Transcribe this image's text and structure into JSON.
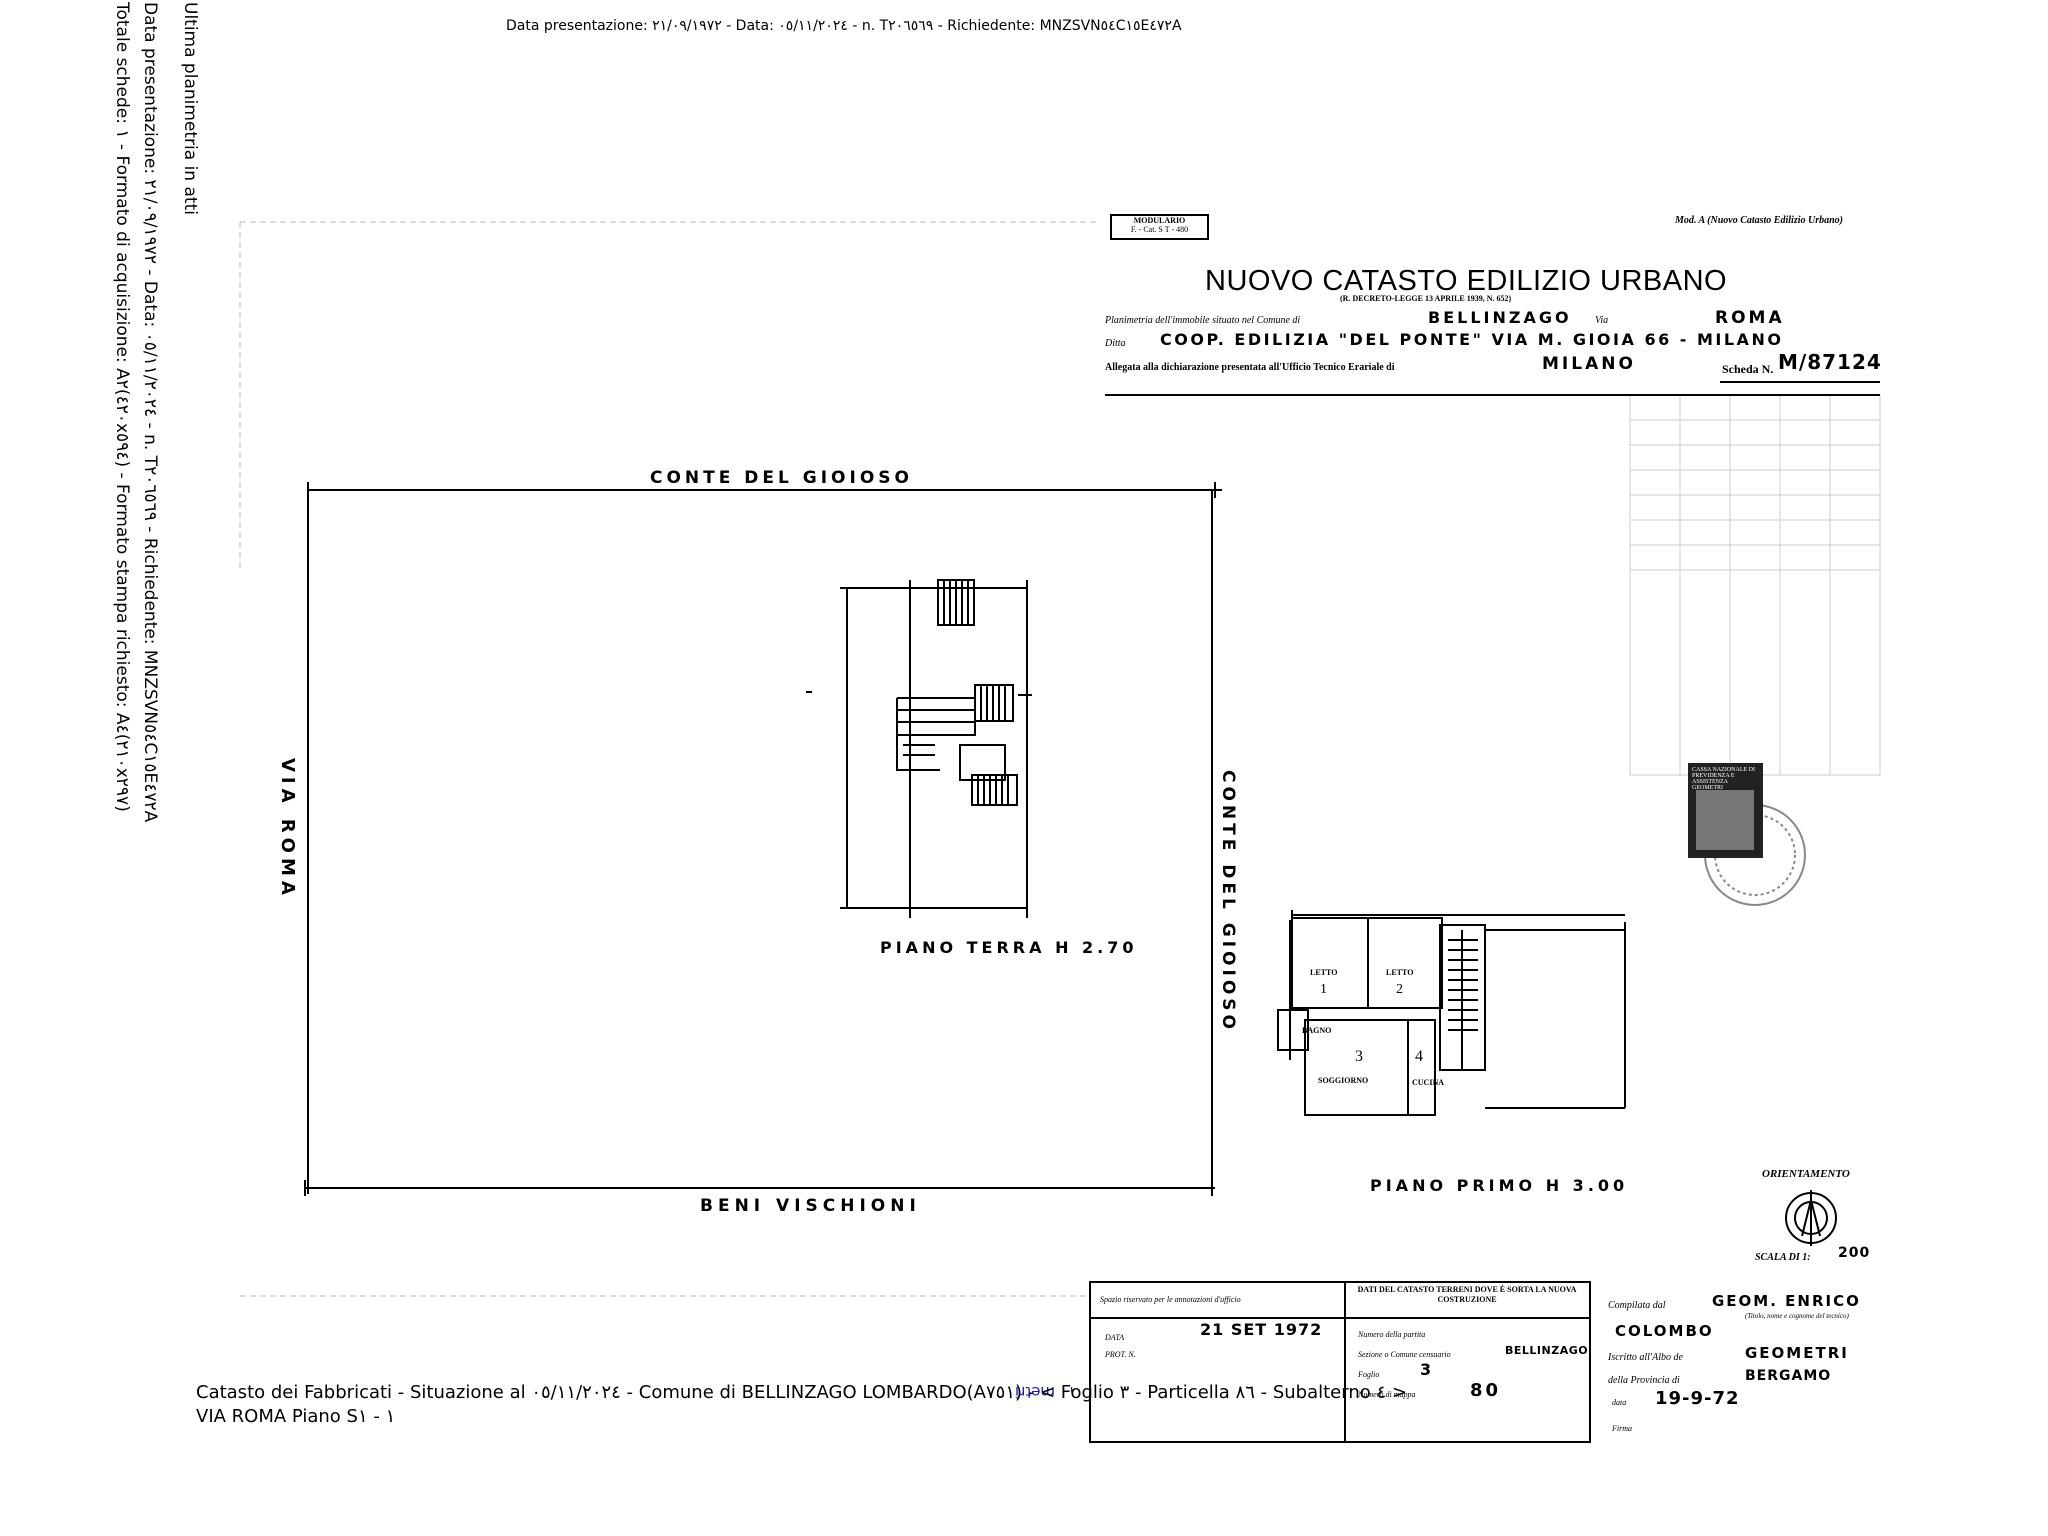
{
  "header": {
    "top_line": "Data presentazione: ٢١/٠٩/١٩٧٢ - Data: ٠٥/١١/٢٠٢٤ - n. T٢٠٦٥٦٩ - Richiedente: MNZSVN٥٤C١٥E٤٧٢A"
  },
  "side_text": {
    "line1": "Ultima planimetria in atti",
    "line2": "Data presentazione: ٢١/٠٩/١٩٧٢ - Data: ٠٥/١١/٢٠٢٤ - n. T٢٠٦٥٦٩ - Richiedente: MNZSVN٥٤C١٥E٤٧٢A",
    "line3": "Totale schede: ١ - Formato di acquisizione: A٢(٤٢٠x٥٩٤) - Formato stampa richiesto: A٤(٢١٠x٢٩٧)"
  },
  "form": {
    "modulario": "MODULARIO",
    "modulario_code": "F. - Cat. S T - 480",
    "mod_label": "Mod. A (Nuovo Catasto Edilizio Urbano)",
    "title": "NUOVO CATASTO EDILIZIO URBANO",
    "decree": "(R. DECRETO-LEGGE 13 APRILE 1939, N. 652)",
    "planimetria_label": "Planimetria dell'immobile situato nel Comune di",
    "comune": "BELLINZAGO",
    "via_label": "Via",
    "via": "ROMA",
    "ditta_label": "Ditta",
    "ditta": "COOP. EDILIZIA \"DEL PONTE\" VIA M. GIOIA 66 - MILANO",
    "allegata_label": "Allegata alla dichiarazione presentata all'Ufficio Tecnico Erariale di",
    "ufficio": "MILANO",
    "scheda_label": "Scheda N.",
    "scheda": "M/87124"
  },
  "plan": {
    "north_label": "CONTE DEL GIOIOSO",
    "east_label": "CONTE DEL GIOIOSO",
    "west_label": "VIA ROMA",
    "south_label": "BENI VISCHIONI",
    "ground_floor": "PIANO TERRA H 2.70",
    "first_floor": "PIANO PRIMO H 3.00",
    "rooms": {
      "letto1": "LETTO",
      "letto1_num": "1",
      "letto2": "LETTO",
      "letto2_num": "2",
      "bagno": "BAGNO",
      "soggiorno_num": "3",
      "soggiorno": "SOGGIORNO",
      "cucina_num": "4",
      "cucina": "CUCINA"
    },
    "orientamento": "ORIENTAMENTO",
    "scala_label": "SCALA DI 1:",
    "scala_value": "200",
    "stamp_text": "CASSA NAZIONALE DI PREVIDENZA E ASSISTENZA GEOMETRI"
  },
  "bottom_form": {
    "spazio_label": "Spazio riservato per le annotazioni d'ufficio",
    "data_label": "DATA",
    "data_value": "21 SET 1972",
    "prot_label": "PROT. N.",
    "catasto_terreni_title": "DATI DEL CATASTO TERRENI DOVE È SORTA LA NUOVA COSTRUZIONE",
    "partita_label": "Numero della partita",
    "sezione_label": "Sezione o Comune censuario",
    "sezione_value": "BELLINZAGO",
    "foglio_label": "Foglio",
    "foglio_value": "3",
    "mappa_label": "Numero di mappa",
    "mappa_value": "80",
    "compilata_label": "Compilata dal",
    "compilata_value": "GEOM. ENRICO",
    "compilata_sub": "(Titolo, nome e cognome del tecnico)",
    "cognome": "COLOMBO",
    "iscritto_label": "Iscritto all'Albo de",
    "albo_value": "GEOMETRI",
    "provincia_label": "della Provincia di",
    "provincia_value": "BERGAMO",
    "data_firma_label": "data",
    "data_firma_value": "19-9-72",
    "firma_label": "Firma"
  },
  "footer": {
    "scale_bar": "١٠ metri",
    "line1": "Catasto dei Fabbricati - Situazione al ٠٥/١١/٢٠٢٤ - Comune di BELLINZAGO LOMBARDO(A٧٥١) - < Foglio ٣ - Particella ٨٦ - Subalterno ٤ >",
    "line2": "VIA ROMA Piano S١ - ١"
  }
}
